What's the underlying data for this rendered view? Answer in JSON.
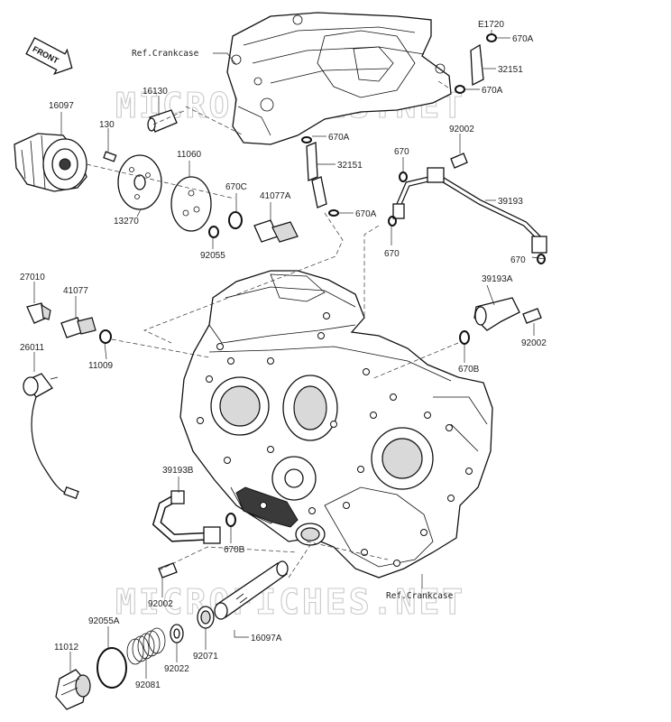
{
  "watermark": "MICROFICHES.NET",
  "front_label": "FRONT",
  "ref_labels": {
    "crankcase_top": "Ref.Crankcase",
    "crankcase_bottom": "Ref.Crankcase"
  },
  "part_labels": {
    "e1720": "E1720",
    "p670a_1": "670A",
    "p32151_1": "32151",
    "p670a_2": "670A",
    "p16097": "16097",
    "p16130": "16130",
    "p130": "130",
    "p11060": "11060",
    "p670a_3": "670A",
    "p32151_2": "32151",
    "p670a_4": "670A",
    "p670_1": "670",
    "p92002_1": "92002",
    "p39193": "39193",
    "p670c": "670C",
    "p41077a": "41077A",
    "p13270": "13270",
    "p92055": "92055",
    "p670_2": "670",
    "p670_3": "670",
    "p27010": "27010",
    "p41077": "41077",
    "p39193a": "39193A",
    "p92002_2": "92002",
    "p11009": "11009",
    "p26011": "26011",
    "p670b_1": "670B",
    "p39193b": "39193B",
    "p670b_2": "670B",
    "p92002_3": "92002",
    "p16097a": "16097A",
    "p92055a": "92055A",
    "p11012": "11012",
    "p92081": "92081",
    "p92022": "92022",
    "p92071": "92071"
  }
}
